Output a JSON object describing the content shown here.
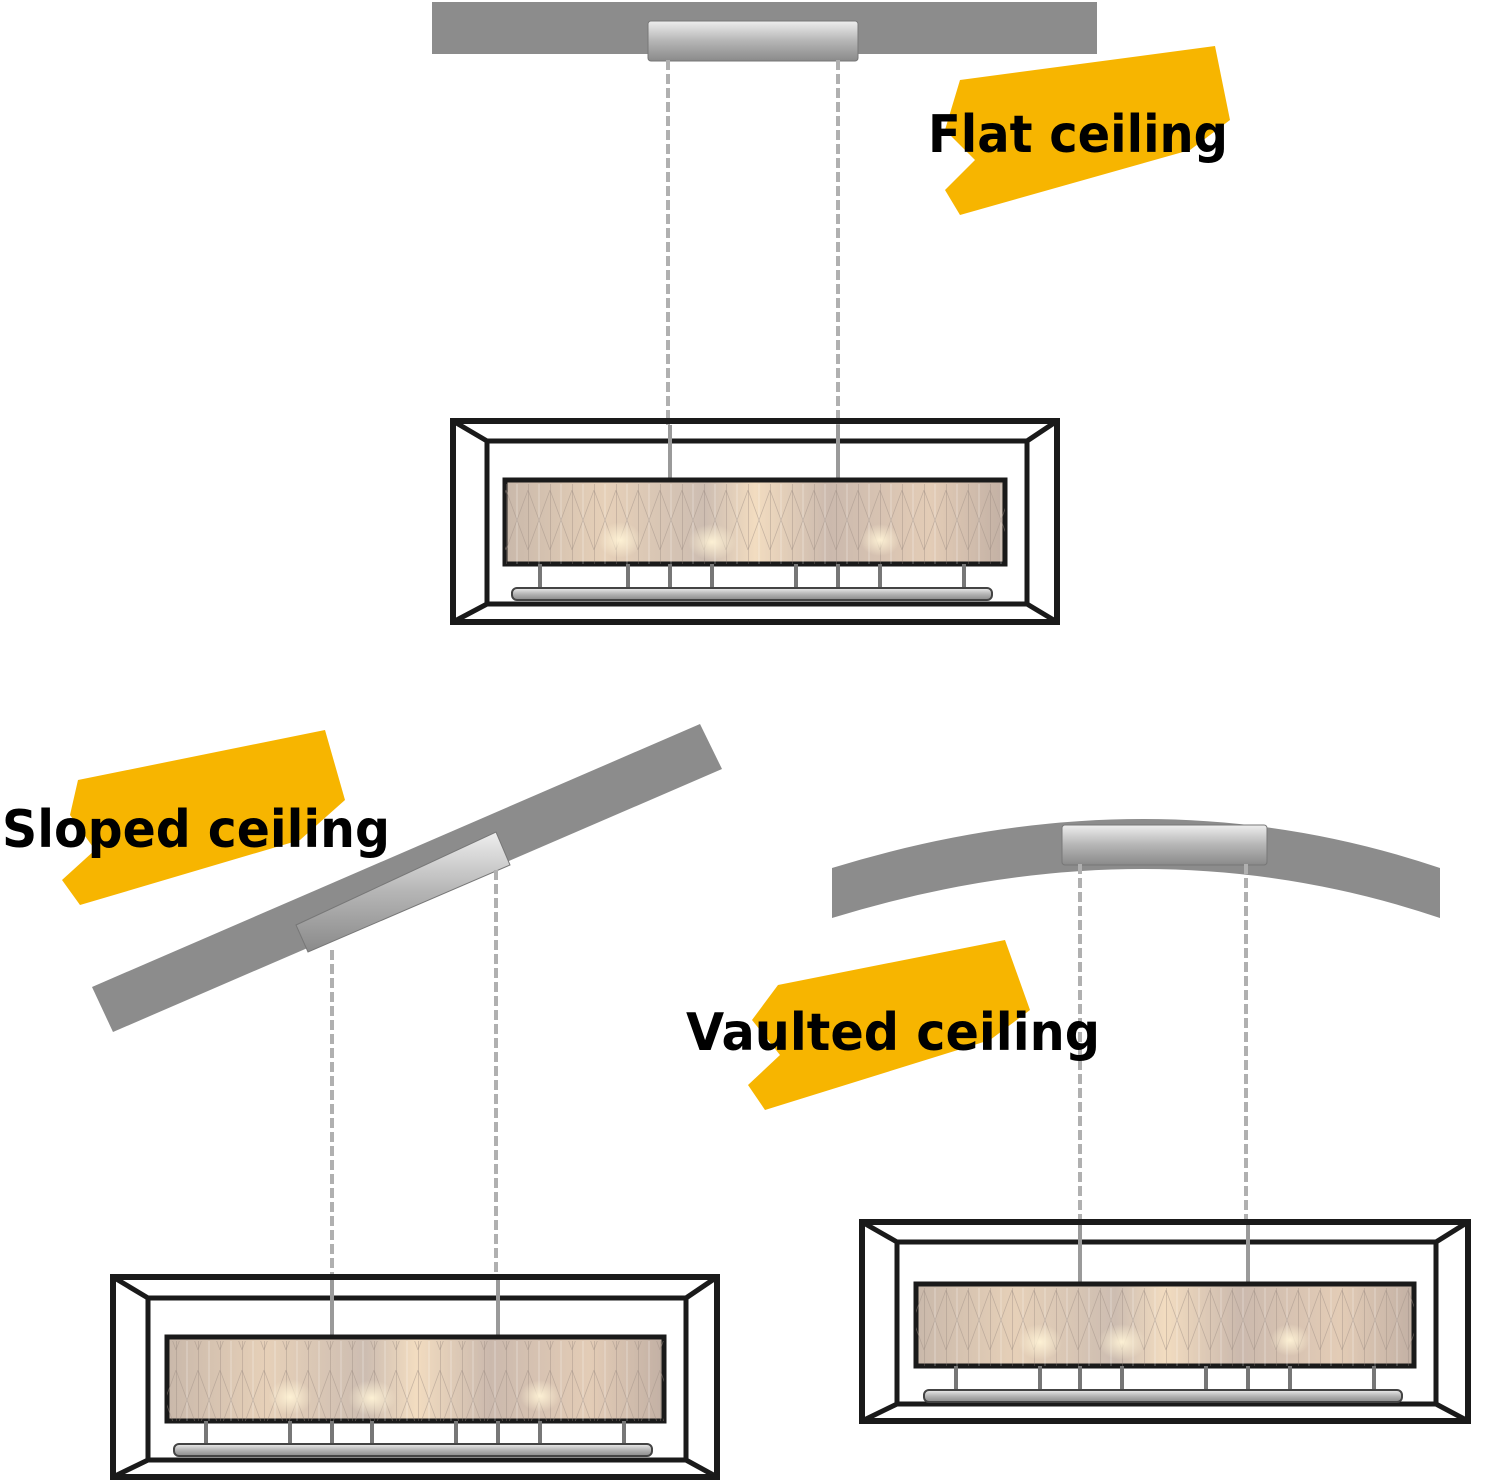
{
  "labels": {
    "flat": "Flat ceiling",
    "sloped": "Sloped ceiling",
    "vaulted": "Vaulted ceiling"
  },
  "colors": {
    "ceiling": "#8c8c8c",
    "brush": "#f7b500",
    "frame": "#1a1a1a",
    "chrome": "#c9c9c9",
    "crystal": "#d8c6b6",
    "glow": "#f4d9a8"
  }
}
